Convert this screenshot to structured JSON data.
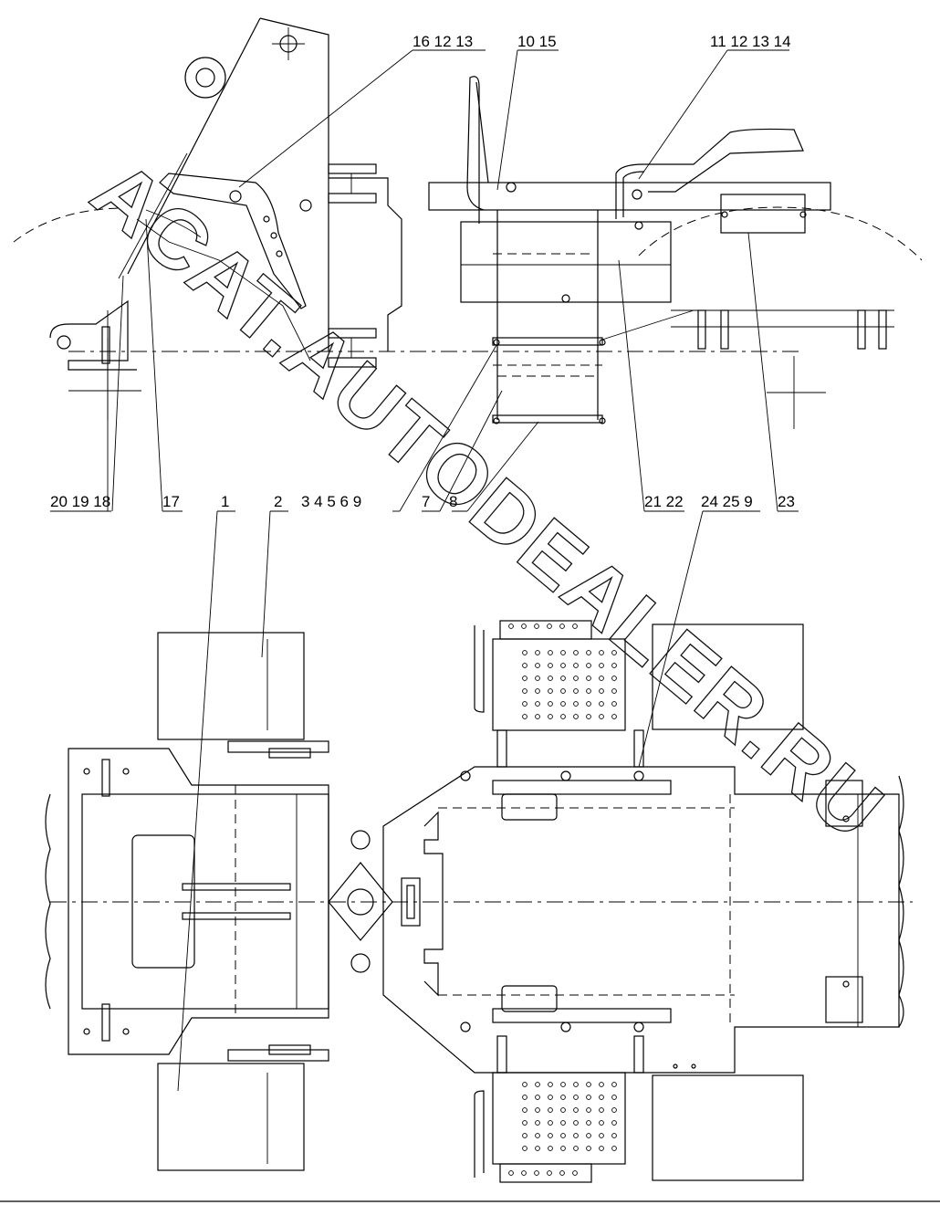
{
  "diagram": {
    "watermark": "ACAT.AUTODEALER.RU",
    "callouts_top": [
      {
        "id": "c-16-12-13",
        "text": "16 12 13"
      },
      {
        "id": "c-10-15",
        "text": "10 15"
      },
      {
        "id": "c-11-12-13-14",
        "text": "11 12 13 14"
      }
    ],
    "callouts_mid": [
      {
        "id": "c-20-19-18",
        "text": "20 19 18"
      },
      {
        "id": "c-17",
        "text": "17"
      },
      {
        "id": "c-1",
        "text": "1"
      },
      {
        "id": "c-2",
        "text": "2"
      },
      {
        "id": "c-3-4-5-6-9",
        "text": "3  4  5  6  9"
      },
      {
        "id": "c-7",
        "text": "7"
      },
      {
        "id": "c-8",
        "text": "8"
      },
      {
        "id": "c-21-22",
        "text": "21 22"
      },
      {
        "id": "c-24-25-9",
        "text": "24 25  9"
      },
      {
        "id": "c-23",
        "text": "23"
      }
    ]
  }
}
